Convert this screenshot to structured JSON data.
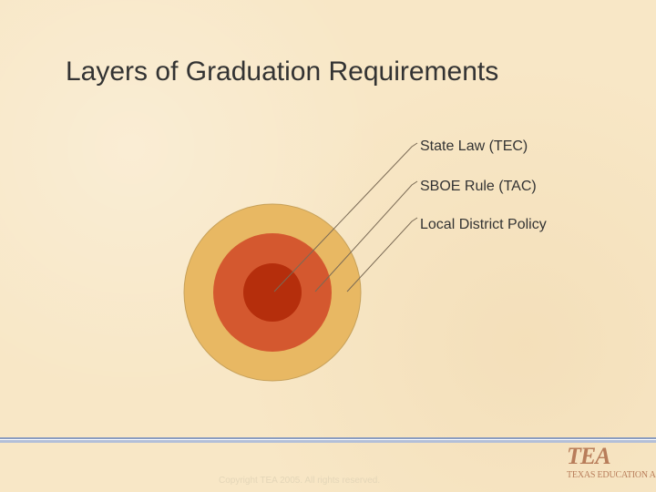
{
  "slide": {
    "title": "Layers of Graduation Requirements",
    "layers": [
      {
        "label": "State Law (TEC)",
        "color": "#b52e0c"
      },
      {
        "label": "SBOE Rule (TAC)",
        "color": "#d4582f"
      },
      {
        "label": "Local District Policy",
        "color": "#e8b863"
      }
    ],
    "outline_color": "#c7a15a",
    "leader_color": "#7a6a55"
  },
  "footer": {
    "copyright": "Copyright TEA 2005. All rights reserved.",
    "logo_mark": "TEA",
    "logo_name": "TEXAS EDUCATION AGENCY"
  }
}
